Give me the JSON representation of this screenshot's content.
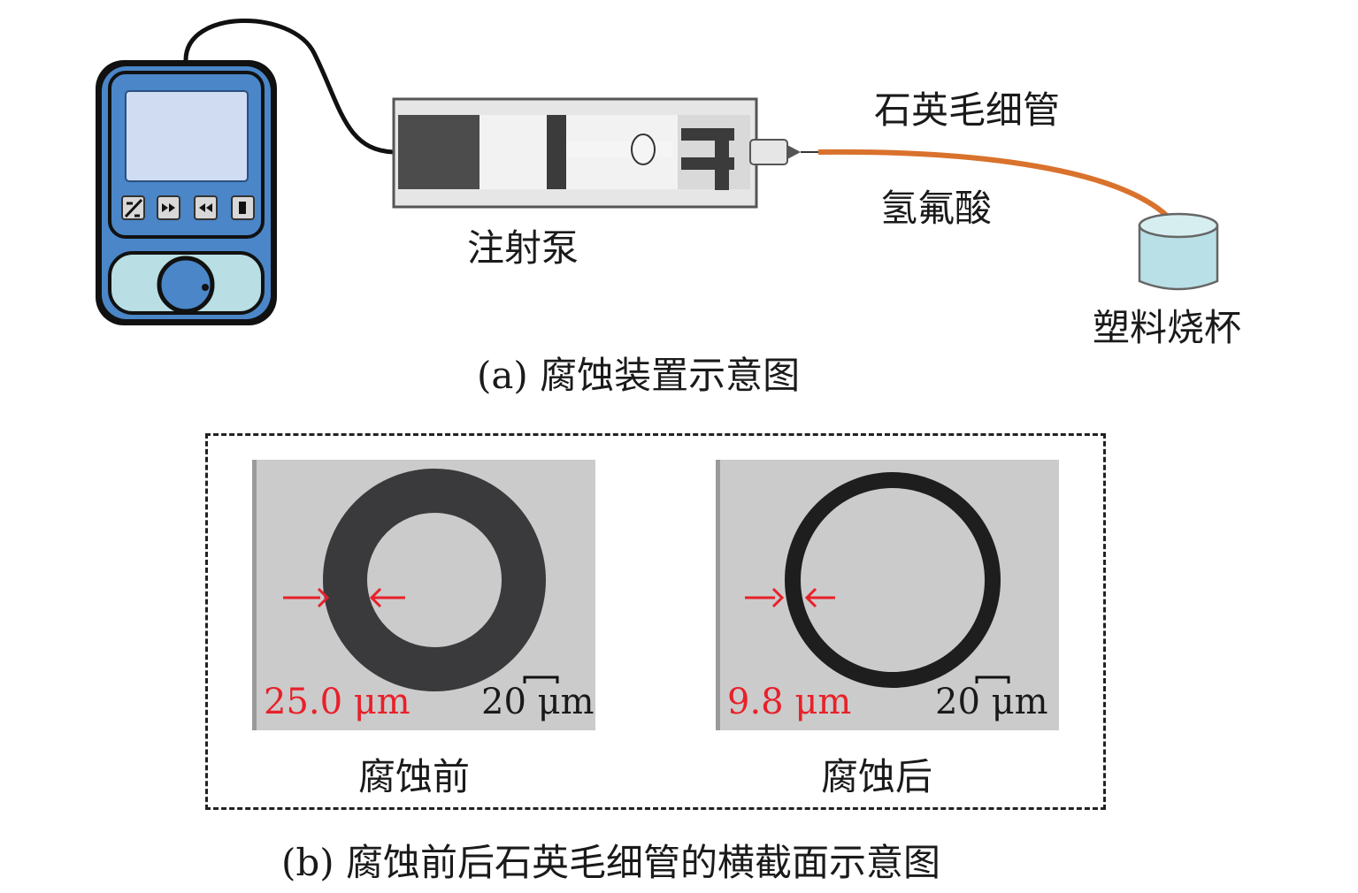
{
  "panel_a": {
    "caption": "(a) 腐蚀装置示意图",
    "labels": {
      "syringe_pump": "注射泵",
      "capillary": "石英毛细管",
      "acid": "氢氟酸",
      "beaker": "塑料烧杯"
    }
  },
  "panel_b": {
    "caption": "(b) 腐蚀前后石英毛细管的横截面示意图",
    "before": {
      "label": "腐蚀前",
      "thickness": "25.0 μm",
      "scale": "20 μm"
    },
    "after": {
      "label": "腐蚀后",
      "thickness": "9.8 μm",
      "scale": "20 μm"
    }
  },
  "colors": {
    "device_blue": "#4a86c8",
    "screen": "#cfdcf2",
    "capillary": "#d9722c",
    "beaker": "#b9e0e6",
    "arrow_red": "#e8202a",
    "micro_bg": "#cbcbcb"
  }
}
